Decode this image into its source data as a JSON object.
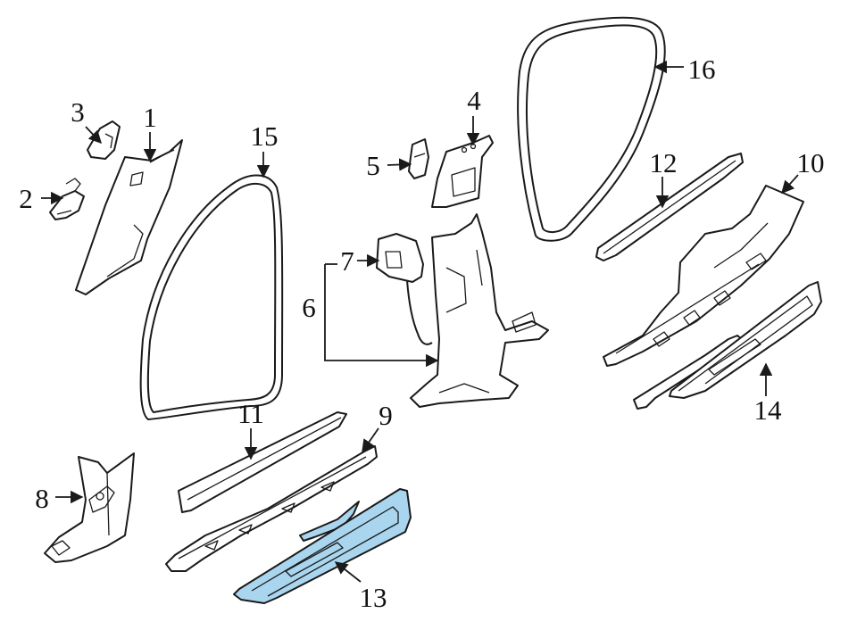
{
  "highlight_color": "#a9d6ee",
  "callouts": {
    "c1": "1",
    "c2": "2",
    "c3": "3",
    "c4": "4",
    "c5": "5",
    "c6": "6",
    "c7": "7",
    "c8": "8",
    "c9": "9",
    "c10": "10",
    "c11": "11",
    "c12": "12",
    "c13": "13",
    "c14": "14",
    "c15": "15",
    "c16": "16"
  }
}
